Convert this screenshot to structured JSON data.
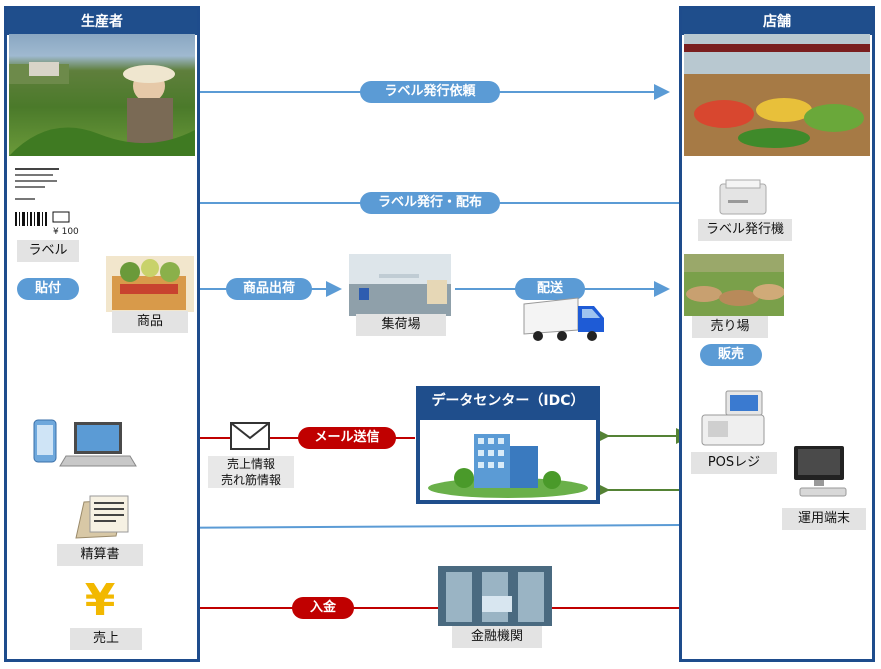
{
  "producer": {
    "title": "生産者",
    "label_item": "ラベル",
    "product": "商品",
    "statement": "精算書",
    "sales": "売上"
  },
  "store": {
    "title": "店舗",
    "label_printer": "ラベル発行機",
    "sales_floor": "売り場",
    "pos_register": "POSレジ",
    "terminal": "運用端末"
  },
  "flows": {
    "label_request": "ラベル発行依頼",
    "label_issue": "ラベル発行・配布",
    "attach": "貼付",
    "shipment": "商品出荷",
    "collection": "集荷場",
    "delivery": "配送",
    "sell": "販売",
    "email": "メール送信",
    "payment": "入金"
  },
  "email_caption": {
    "line1": "売上情報",
    "line2": "売れ筋情報"
  },
  "data_center": {
    "title": "データセンター（IDC）"
  },
  "bank": {
    "label": "金融機関"
  },
  "label_sheet": {
    "price": "¥ 100"
  },
  "colors": {
    "navy": "#1f4e8c",
    "flow_blue": "#5b9bd5",
    "flow_red": "#c00000",
    "flow_green": "#548235"
  }
}
